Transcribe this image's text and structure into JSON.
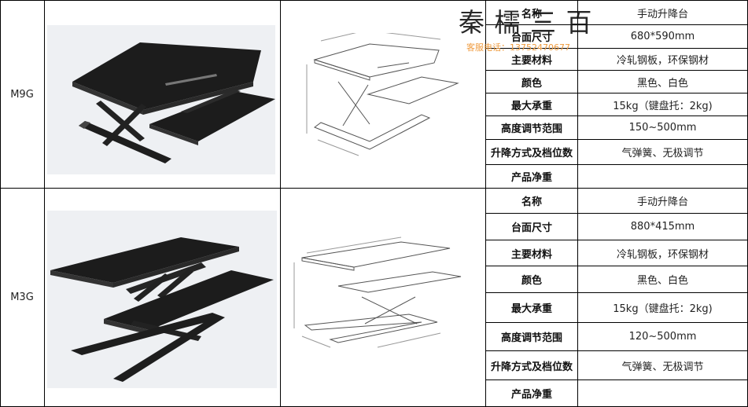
{
  "products": [
    {
      "model": "M9G",
      "specs": [
        {
          "label": "名称",
          "value": "手动升降台"
        },
        {
          "label": "台面尺寸",
          "value": "680*590mm"
        },
        {
          "label": "主要材料",
          "value": "冷轧钢板，环保钢材"
        },
        {
          "label": "颜色",
          "value": "黑色、白色"
        },
        {
          "label": "最大承重",
          "value": "15kg（键盘托：2kg)"
        },
        {
          "label": "高度调节范围",
          "value": "150~500mm"
        },
        {
          "label": "升降方式及档位数",
          "value": "气弹簧、无极调节"
        },
        {
          "label": "产品净重",
          "value": ""
        }
      ]
    },
    {
      "model": "M3G",
      "specs": [
        {
          "label": "名称",
          "value": "手动升降台"
        },
        {
          "label": "台面尺寸",
          "value": "880*415mm"
        },
        {
          "label": "主要材料",
          "value": "冷轧钢板，环保钢材"
        },
        {
          "label": "颜色",
          "value": "黑色、白色"
        },
        {
          "label": "最大承重",
          "value": "15kg（键盘托：2kg)"
        },
        {
          "label": "高度调节范围",
          "value": "120~500mm"
        },
        {
          "label": "升降方式及档位数",
          "value": "气弹簧、无极调节"
        },
        {
          "label": "产品净重",
          "value": ""
        }
      ]
    }
  ],
  "watermark": {
    "title": "秦 檽 三 百",
    "contact": "客服电话：13752470677"
  },
  "colors": {
    "grid": "#000000",
    "photo_background": "#eef0f3",
    "desk_black": "#1c1c1c",
    "watermark_contact": "#ef9a3d"
  }
}
